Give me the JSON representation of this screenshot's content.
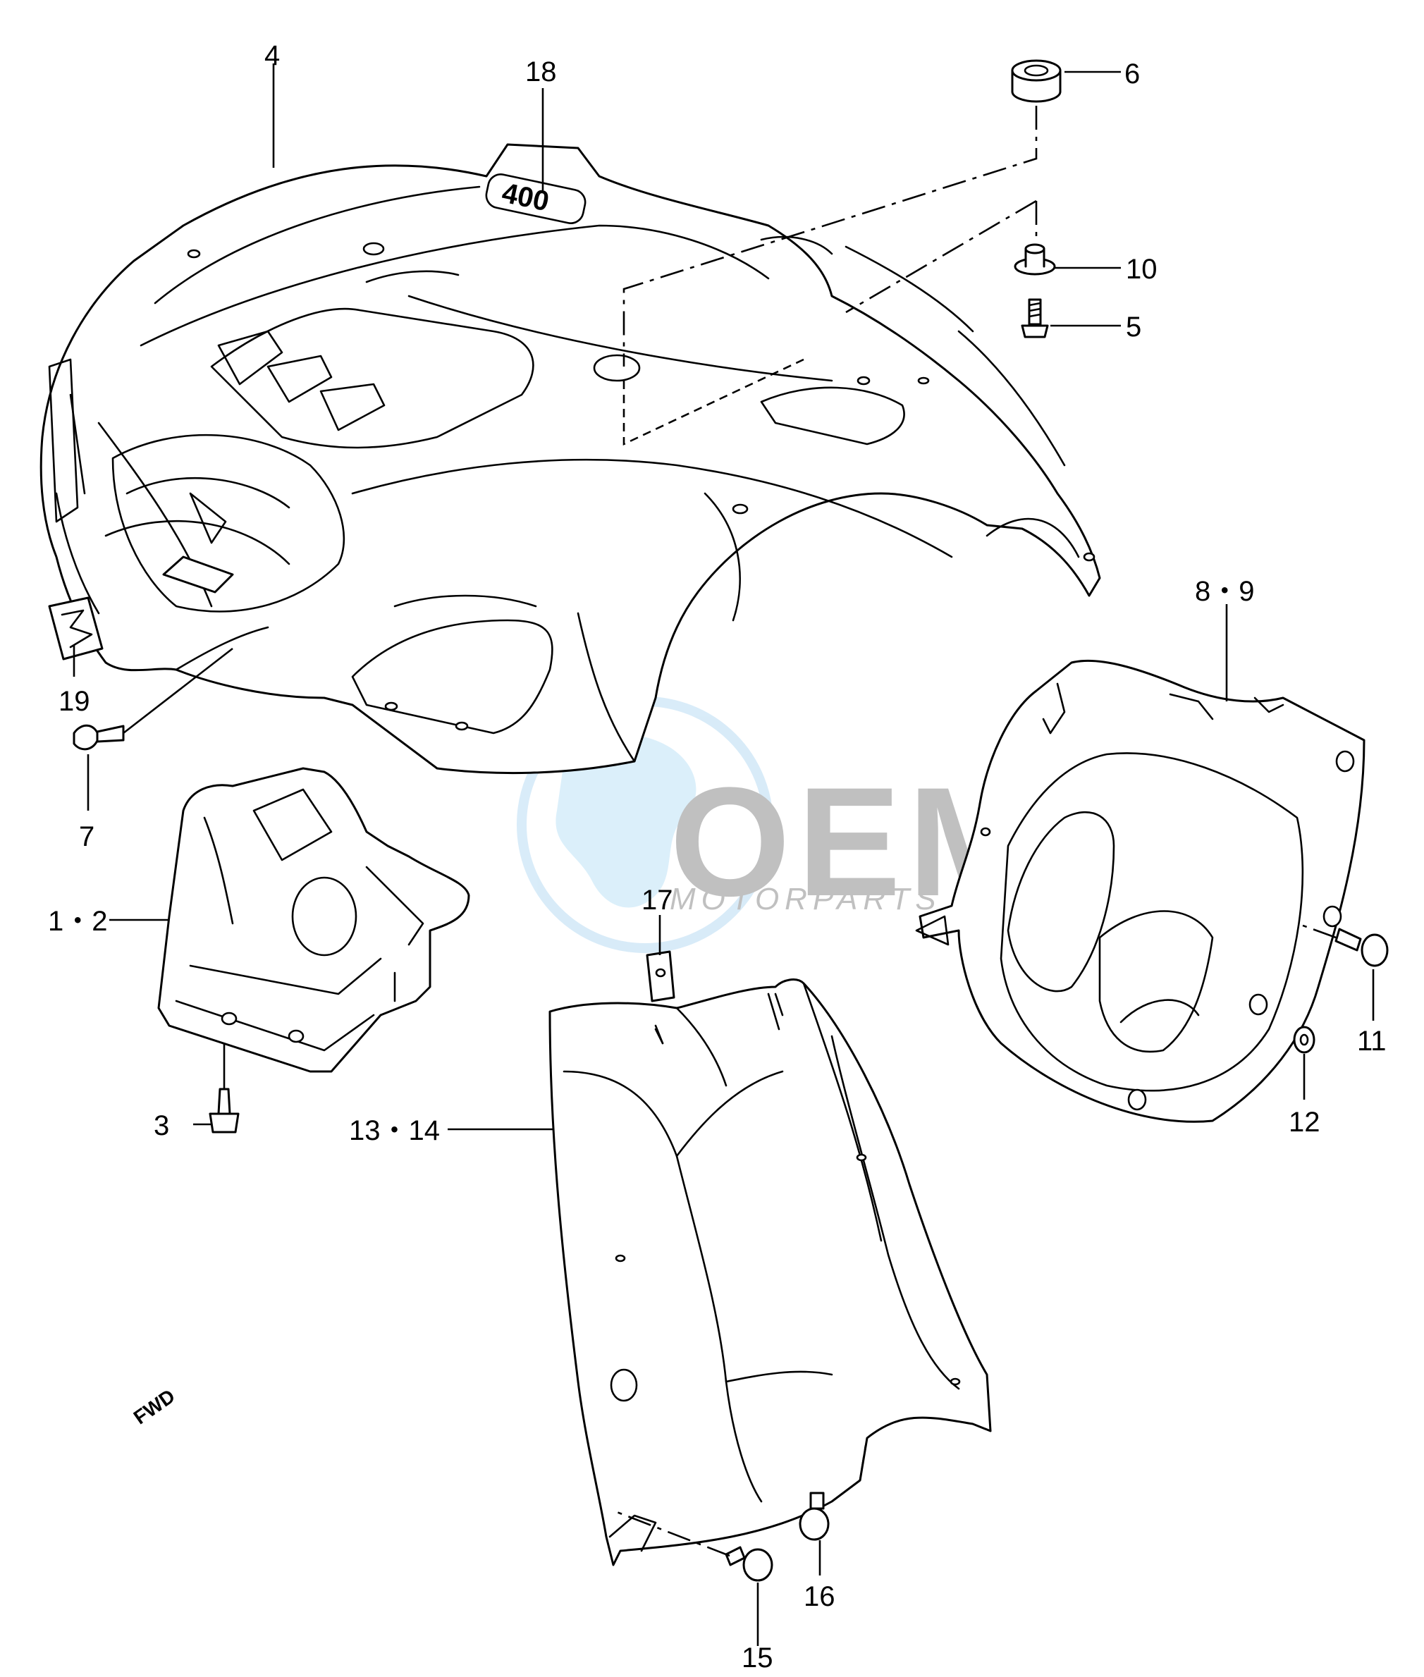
{
  "diagram": {
    "callouts": {
      "c4": "4",
      "c18": "18",
      "c6": "6",
      "c10": "10",
      "c5": "5",
      "c8_9": "8・9",
      "c19": "19",
      "c7": "7",
      "c1_2": "1・2",
      "c3": "3",
      "c17": "17",
      "c13_14": "13・14",
      "c11": "11",
      "c12": "12",
      "c16": "16",
      "c15": "15"
    },
    "badge_text": "400",
    "fwd_text": "FWD"
  },
  "watermark": {
    "logo_text": "OEM",
    "tagline": "MOTORPARTS"
  }
}
